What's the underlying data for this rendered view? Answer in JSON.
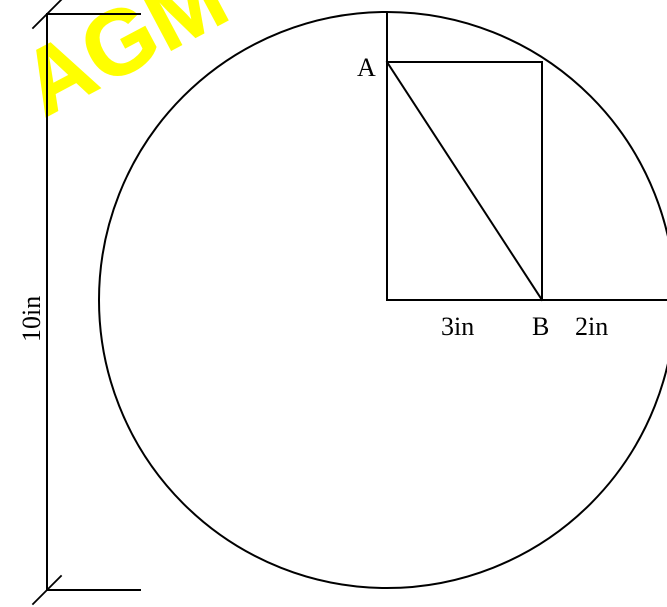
{
  "labels": {
    "point_a": "A",
    "point_b": "B",
    "segment_left": "3in",
    "segment_right": "2in",
    "diameter": "10in"
  },
  "watermark": "AGM",
  "colors": {
    "line": "#000000",
    "background": "#ffffff",
    "watermark": "#ffff00"
  }
}
